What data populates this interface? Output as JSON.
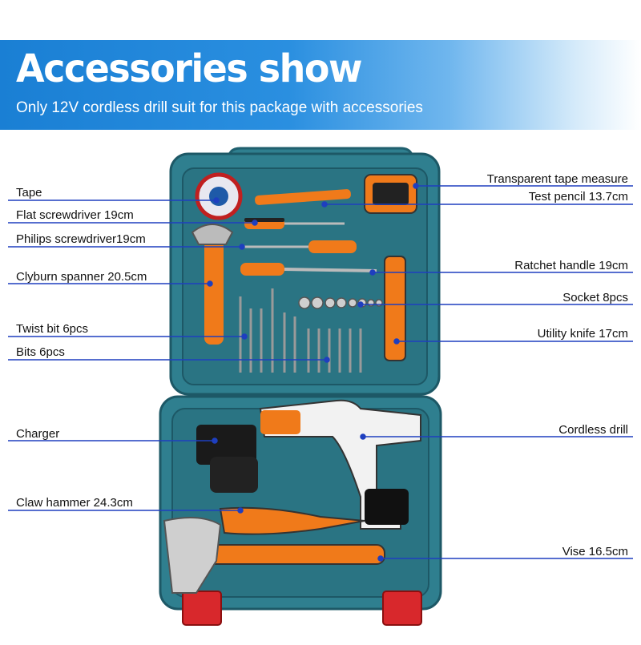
{
  "header": {
    "title": "Accessories show",
    "subtitle": "Only 12V cordless drill suit for this package with accessories"
  },
  "labels_left": [
    {
      "id": "tape",
      "text": "Tape"
    },
    {
      "id": "flat-screwdriver",
      "text": "Flat screwdriver 19cm"
    },
    {
      "id": "philips-screwdriver",
      "text": "Philips screwdriver19cm"
    },
    {
      "id": "clyburn-spanner",
      "text": "Clyburn spanner 20.5cm"
    },
    {
      "id": "twist-bit",
      "text": "Twist bit 6pcs"
    },
    {
      "id": "bits",
      "text": "Bits 6pcs"
    },
    {
      "id": "charger",
      "text": "Charger"
    },
    {
      "id": "claw-hammer",
      "text": "Claw hammer 24.3cm"
    }
  ],
  "labels_right": [
    {
      "id": "tape-measure",
      "text": "Transparent tape measure"
    },
    {
      "id": "test-pencil",
      "text": "Test pencil 13.7cm"
    },
    {
      "id": "ratchet-handle",
      "text": "Ratchet handle 19cm"
    },
    {
      "id": "socket",
      "text": "Socket 8pcs"
    },
    {
      "id": "utility-knife",
      "text": "Utility knife 17cm"
    },
    {
      "id": "cordless-drill",
      "text": "Cordless drill"
    },
    {
      "id": "vise",
      "text": "Vise 16.5cm"
    }
  ],
  "colors": {
    "case": "#2f7f8f",
    "case_dark": "#1f5f6e",
    "accent_orange": "#f07a1a",
    "line_blue": "#1e3fbf",
    "latch_red": "#d8282c"
  }
}
